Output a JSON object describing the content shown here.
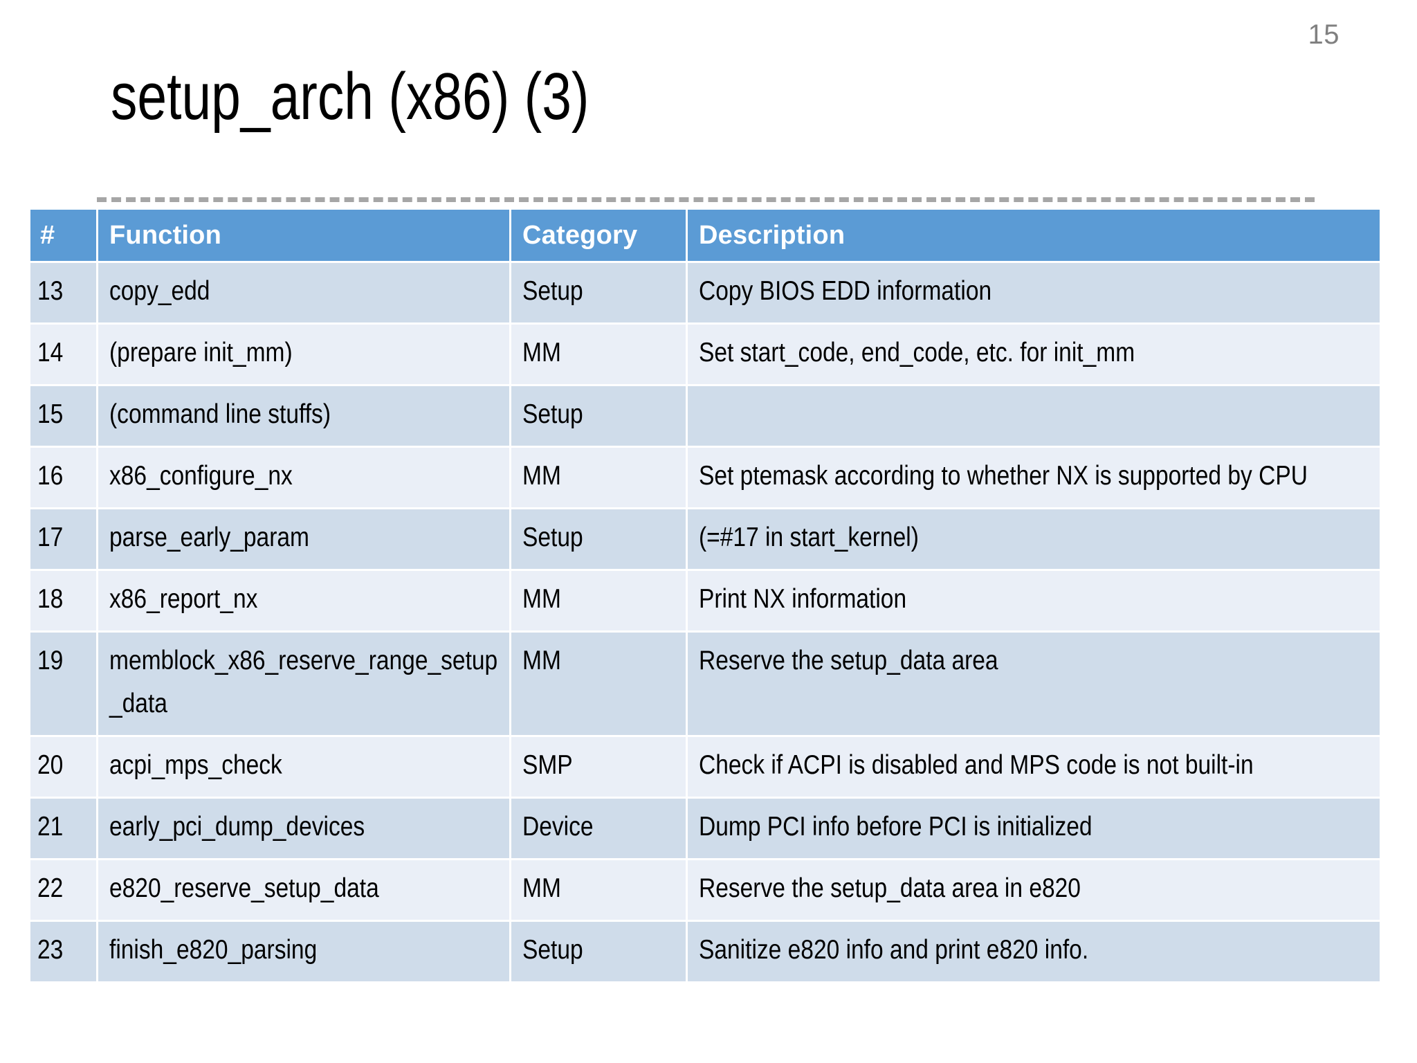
{
  "slide": {
    "page_number": "15",
    "title": "setup_arch (x86) (3)",
    "accent_header_color": "#5B9BD5",
    "band_color_a": "#CFDCEA",
    "band_color_b": "#EAEFF7",
    "page_number_color": "#808080"
  },
  "table": {
    "headers": {
      "num": "#",
      "function": "Function",
      "category": "Category",
      "description": "Description"
    },
    "rows": [
      {
        "num": "13",
        "function": "copy_edd",
        "category": "Setup",
        "description": "Copy BIOS EDD information"
      },
      {
        "num": "14",
        "function": "(prepare init_mm)",
        "category": "MM",
        "description": "Set start_code, end_code, etc. for init_mm"
      },
      {
        "num": "15",
        "function": "(command line stuffs)",
        "category": "Setup",
        "description": ""
      },
      {
        "num": "16",
        "function": "x86_configure_nx",
        "category": "MM",
        "description": "Set ptemask according to whether NX is supported by CPU"
      },
      {
        "num": "17",
        "function": "parse_early_param",
        "category": "Setup",
        "description": "(=#17 in start_kernel)"
      },
      {
        "num": "18",
        "function": "x86_report_nx",
        "category": "MM",
        "description": "Print NX information"
      },
      {
        "num": "19",
        "function": "memblock_x86_reserve_range_setup_data",
        "category": "MM",
        "description": "Reserve the setup_data area"
      },
      {
        "num": "20",
        "function": "acpi_mps_check",
        "category": "SMP",
        "description": "Check if ACPI is disabled and MPS code is not built-in"
      },
      {
        "num": "21",
        "function": "early_pci_dump_devices",
        "category": "Device",
        "description": "Dump PCI info before PCI is initialized"
      },
      {
        "num": "22",
        "function": "e820_reserve_setup_data",
        "category": "MM",
        "description": "Reserve the setup_data area in e820"
      },
      {
        "num": "23",
        "function": "finish_e820_parsing",
        "category": "Setup",
        "description": "Sanitize e820 info and print e820 info."
      }
    ]
  }
}
